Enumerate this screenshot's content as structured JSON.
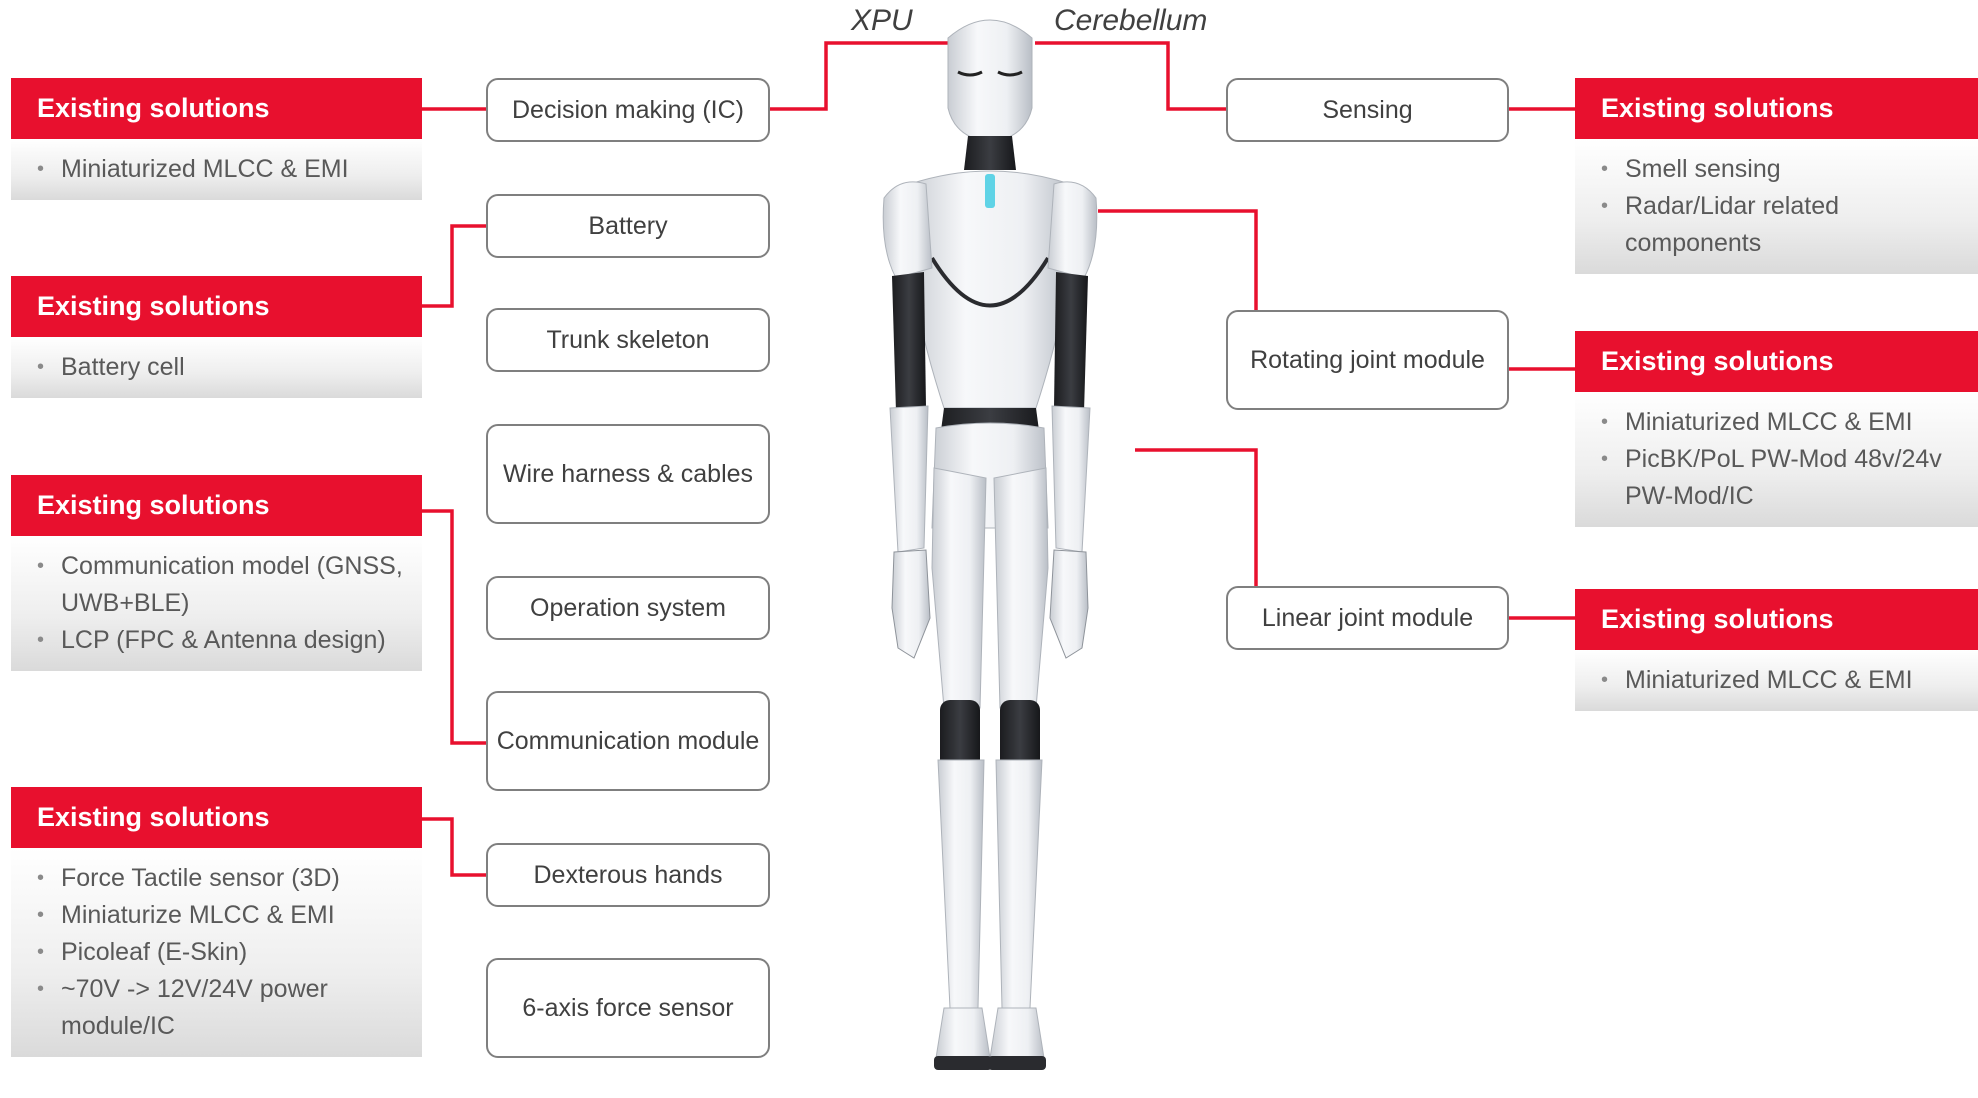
{
  "top_labels": {
    "xpu": "XPU",
    "cerebellum": "Cerebellum"
  },
  "left_solutions": [
    {
      "header": "Existing solutions",
      "items": [
        "Miniaturized MLCC & EMI"
      ]
    },
    {
      "header": "Existing solutions",
      "items": [
        "Battery cell"
      ]
    },
    {
      "header": "Existing solutions",
      "items": [
        "Communication model (GNSS, UWB+BLE)",
        "LCP (FPC & Antenna design)"
      ]
    },
    {
      "header": "Existing solutions",
      "items": [
        "Force Tactile sensor (3D)",
        "Miniaturize MLCC & EMI",
        "Picoleaf (E-Skin)",
        "~70V -> 12V/24V power module/IC"
      ]
    }
  ],
  "right_solutions": [
    {
      "header": "Existing solutions",
      "items": [
        "Smell sensing",
        "Radar/Lidar related components"
      ]
    },
    {
      "header": "Existing solutions",
      "items": [
        "Miniaturized MLCC & EMI",
        "PicBK/PoL PW-Mod 48v/24v PW-Mod/IC"
      ]
    },
    {
      "header": "Existing solutions",
      "items": [
        "Miniaturized MLCC & EMI"
      ]
    }
  ],
  "left_modules": [
    "Decision making (IC)",
    "Battery",
    "Trunk skeleton",
    "Wire harness & cables",
    "Operation system",
    "Communication module",
    "Dexterous hands",
    "6-axis force sensor"
  ],
  "right_modules": [
    "Sensing",
    "Rotating joint module",
    "Linear joint module"
  ],
  "colors": {
    "accent": "#e8102e",
    "box_border": "#7f7f7f",
    "text": "#404040"
  }
}
